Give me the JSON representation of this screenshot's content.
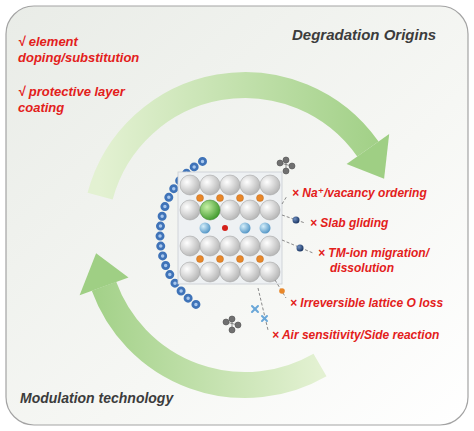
{
  "diagram": {
    "labels": [
      "Degradation Origins",
      "√ element doping/substitution",
      "√ protective layer coating",
      "× Na⁺/vacancy ordering",
      "× Slab gliding",
      "× TM-ion migration/ dissolution",
      "× Irreversible lattice O loss",
      "× Air sensitivity/Side reaction",
      "Modulation technology"
    ]
  }
}
